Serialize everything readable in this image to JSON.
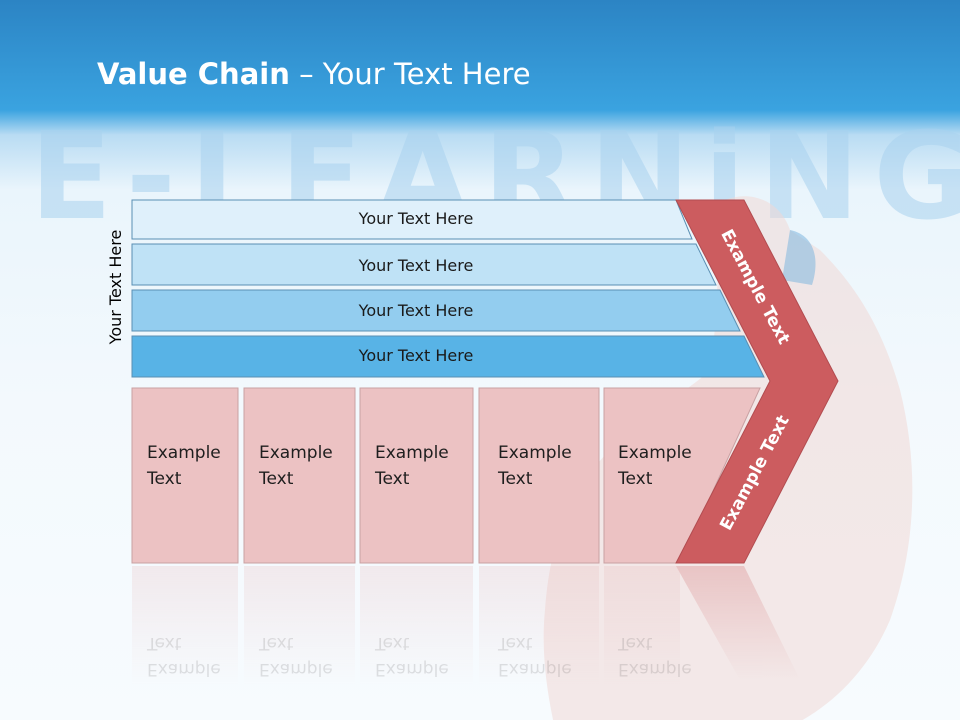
{
  "title": {
    "strong": "Value Chain",
    "rest": " – Your Text Here"
  },
  "background": {
    "watermark_word": "E-LEARNiNG"
  },
  "side_label": "Your Text Here",
  "support_rows": [
    {
      "label": "Your Text Here",
      "color": "#dff0fb"
    },
    {
      "label": "Your Text Here",
      "color": "#bfe2f6"
    },
    {
      "label": "Your Text Here",
      "color": "#93cdef"
    },
    {
      "label": "Your Text Here",
      "color": "#58b3e6"
    }
  ],
  "primary_boxes": [
    {
      "line1": "Example",
      "line2": "Text"
    },
    {
      "line1": "Example",
      "line2": "Text"
    },
    {
      "line1": "Example",
      "line2": "Text"
    },
    {
      "line1": "Example",
      "line2": "Text"
    },
    {
      "line1": "Example",
      "line2": "Text"
    }
  ],
  "chevron": {
    "upper_label": "Example Text",
    "lower_label": "Example Text",
    "color": "#cc5c5f"
  },
  "colors": {
    "box_fill": "#ecc2c3",
    "box_border": "#c9a1a3",
    "row_border": "#5a8fb3"
  }
}
